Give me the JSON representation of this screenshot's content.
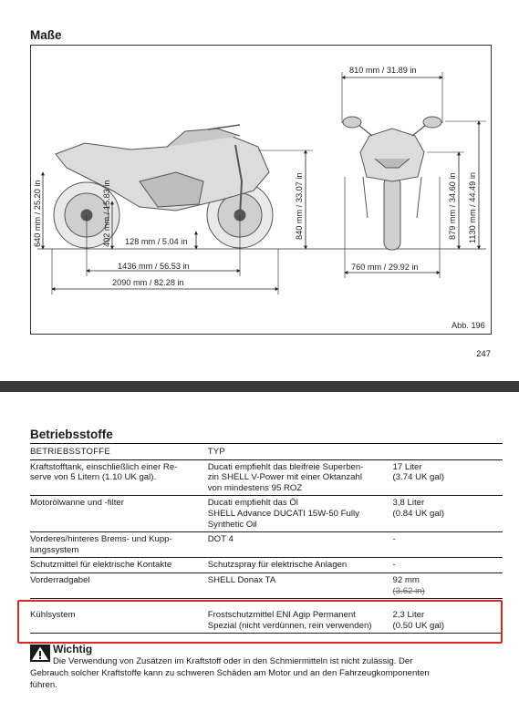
{
  "dimensions": {
    "heading": "Maße",
    "labels": {
      "width_top": "810 mm / 31.89 in",
      "seat_height": "840 mm / 33.07 in",
      "height_mirror": "879 mm / 34.60 in",
      "height_total": "1130 mm / 44.49 in",
      "rear_height": "640 mm / 25.20 in",
      "footpeg": "402 mm / 15.83 in",
      "clearance": "128 mm / 5.04 in",
      "wheelbase": "1436 mm / 56.53 in",
      "length": "2090 mm / 82.28 in",
      "width_bottom": "760 mm / 29.92 in"
    },
    "figure_ref": "Abb. 196"
  },
  "page_number": "247",
  "fluids": {
    "heading": "Betriebsstoffe",
    "columns": [
      "BETRIEBSSTOFFE",
      "TYP",
      ""
    ],
    "rows": [
      {
        "item": [
          "Kraftstofftank, einschließlich einer Re-",
          "serve von 5 Litern (1.10 UK gal)."
        ],
        "type": [
          "Ducati empfiehlt das bleifreie Superben-",
          "zin SHELL V-Power mit einer Oktanzahl",
          "von mindestens 95 ROZ"
        ],
        "qty": [
          "17 Liter",
          "(3.74 UK gal)"
        ]
      },
      {
        "item": [
          "Motorölwanne und -filter"
        ],
        "type": [
          "Ducati empfiehlt das Öl",
          "SHELL Advance DUCATI 15W-50 Fully",
          "Synthetic Oil"
        ],
        "qty": [
          "3,8 Liter",
          "(0.84 UK gal)"
        ]
      },
      {
        "item": [
          "Vorderes/hinteres Brems- und Kupp-",
          "lungssystem"
        ],
        "type": [
          "DOT 4"
        ],
        "qty": [
          "-"
        ]
      },
      {
        "item": [
          "Schutzmittel für elektrische Kontakte"
        ],
        "type": [
          "Schutzspray für elektrische Anlagen"
        ],
        "qty": [
          "-"
        ]
      },
      {
        "item": [
          "Vorderradgabel"
        ],
        "type": [
          "SHELL Donax TA"
        ],
        "qty": [
          "92 mm",
          "(3.62 in)"
        ]
      },
      {
        "item": [
          "Kühlsystem"
        ],
        "type": [
          "Frostschutzmittel ENI Agip Permanent",
          "Spezial (nicht verdünnen, rein verwenden)"
        ],
        "qty": [
          "2,3 Liter",
          "(0.50 UK gal)"
        ]
      }
    ]
  },
  "warning": {
    "title": "Wichtig",
    "lines": [
      "Die Verwendung von Zusätzen im Kraftstoff oder in den Schmiermitteln ist nicht zulässig. Der",
      "Gebrauch solcher Kraftstoffe kann zu schweren Schäden am Motor und an den Fahrzeugkomponenten",
      "führen."
    ]
  },
  "colors": {
    "highlight": "#d6282b",
    "divider": "#3a3a3a"
  }
}
